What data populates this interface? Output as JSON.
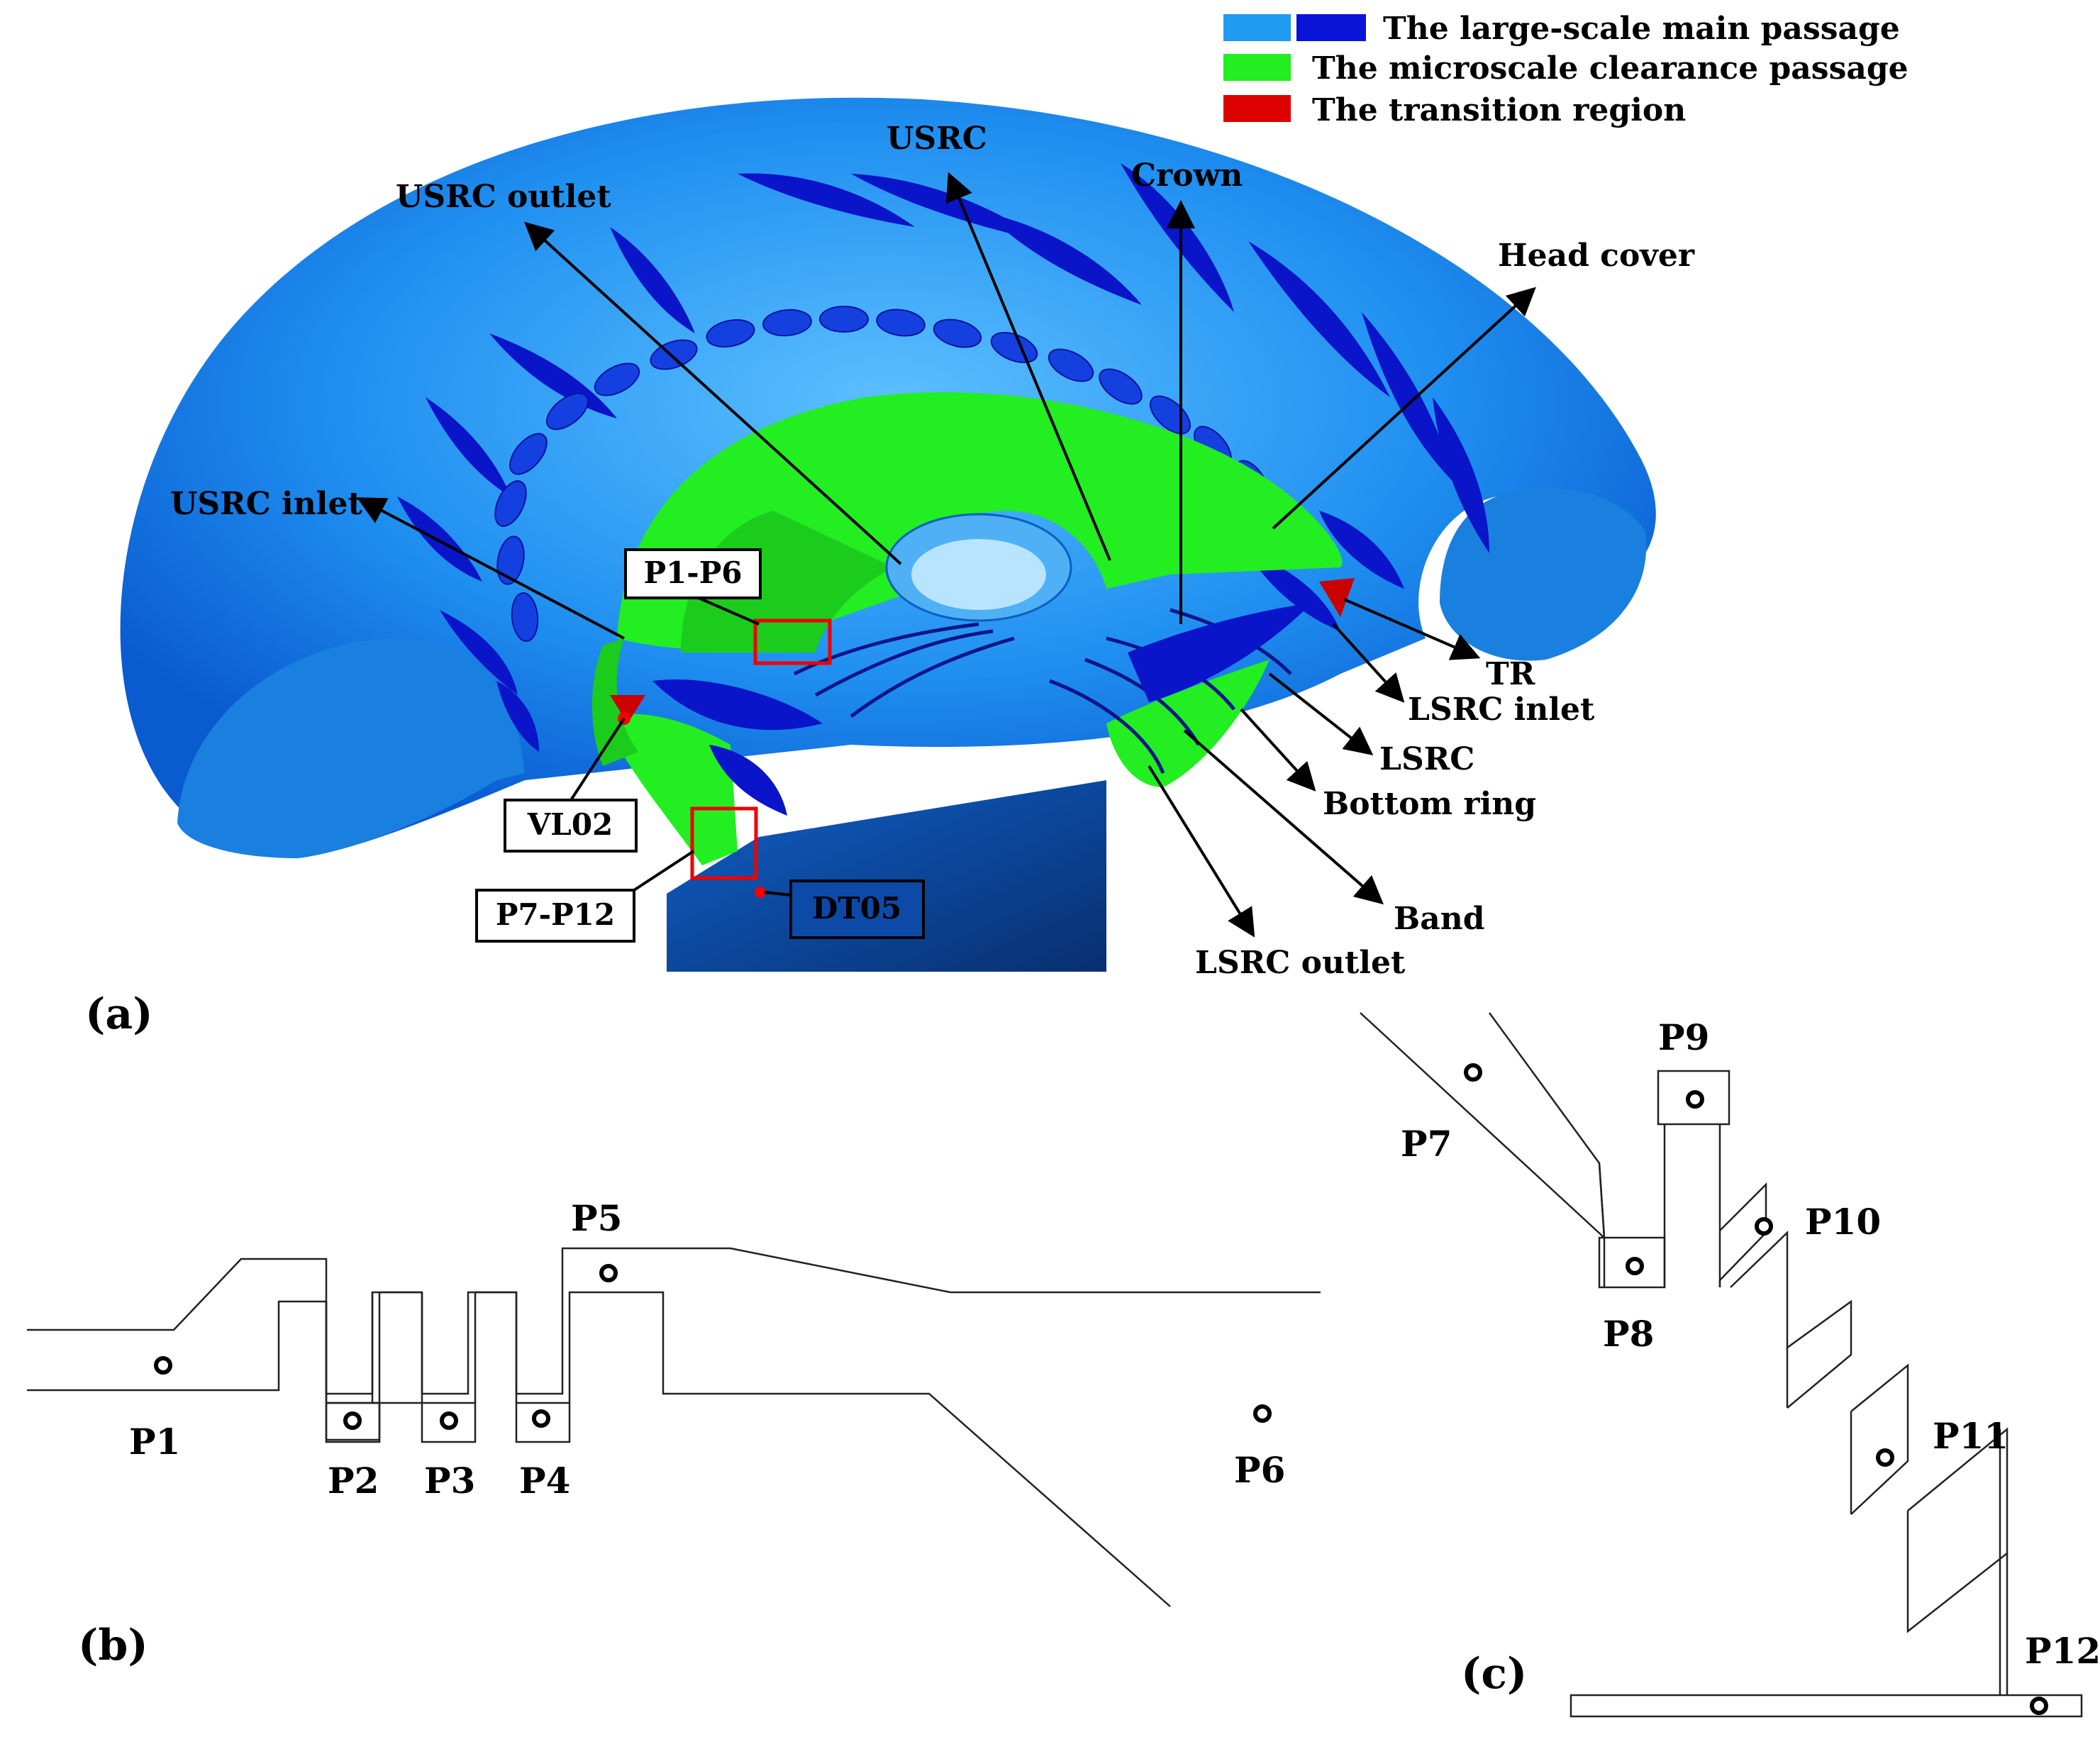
{
  "legend": [
    {
      "label": "The large-scale main passage",
      "colors": [
        "#1f9bf0",
        "#0a14d8"
      ]
    },
    {
      "label": "The microscale clearance passage",
      "colors": [
        "#22ee22"
      ]
    },
    {
      "label": "The transition region",
      "colors": [
        "#dd0000"
      ]
    }
  ],
  "panel_a": {
    "callouts": {
      "usrc": "USRC",
      "crown": "Crown",
      "usrc_outlet": "USRC outlet",
      "head_cover": "Head cover",
      "usrc_inlet": "USRC inlet",
      "tr": "TR",
      "lsrc_inlet": "LSRC inlet",
      "lsrc": "LSRC",
      "bottom_ring": "Bottom ring",
      "band": "Band",
      "lsrc_outlet": "LSRC outlet"
    },
    "boxes": {
      "p1_p6": "P1-P6",
      "vl02": "VL02",
      "p7_p12": "P7-P12",
      "dt05": "DT05"
    }
  },
  "panel_labels": {
    "a": "(a)",
    "b": "(b)",
    "c": "(c)"
  },
  "panel_b": {
    "points": {
      "p1": "P1",
      "p2": "P2",
      "p3": "P3",
      "p4": "P4",
      "p5": "P5",
      "p6": "P6"
    }
  },
  "panel_c": {
    "points": {
      "p7": "P7",
      "p8": "P8",
      "p9": "P9",
      "p10": "P10",
      "p11": "P11",
      "p12": "P12"
    }
  },
  "colors": {
    "main_light": "#1f9bf0",
    "main_dark": "#0a14d8",
    "clearance": "#22ee22",
    "transition": "#dd0000"
  }
}
